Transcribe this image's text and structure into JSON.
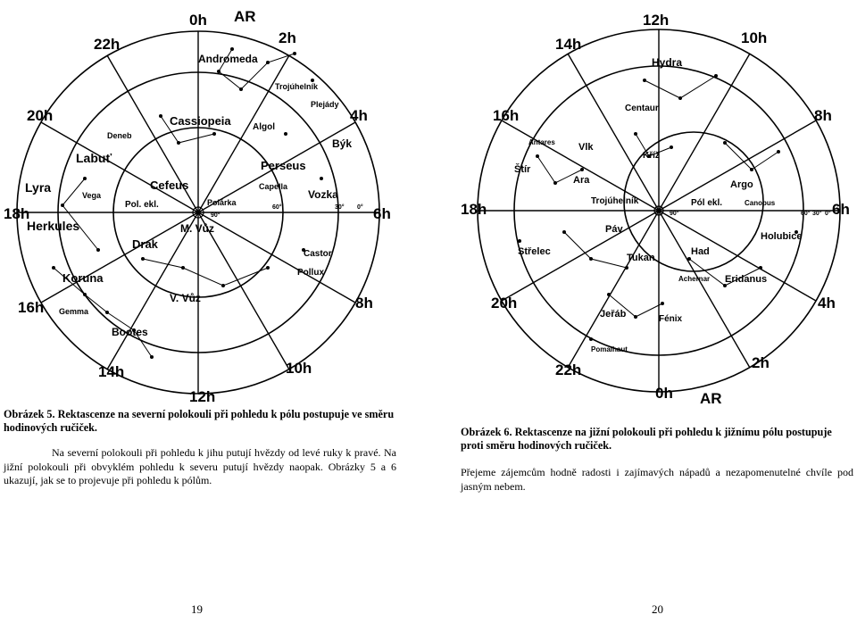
{
  "left_page": {
    "figure_caption": "Obrázek 5. Rektascenze na severní polokouli při pohledu k pólu postupuje ve směru hodinových ručiček.",
    "paragraph_1": "Na severní polokouli při pohledu k jihu putují hvězdy od levé ruky k pravé. Na jižní polokouli při obvyklém pohledu k severu putují hvězdy naopak. Obrázky 5 a 6 ukazují, jak se to projevuje při pohledu k pólům.",
    "page_number": "19",
    "map": {
      "hour_labels": [
        "0h",
        "2h",
        "4h",
        "6h",
        "8h",
        "10h",
        "12h",
        "14h",
        "16h",
        "18h",
        "20h",
        "22h"
      ],
      "ar_label": "AR",
      "constellations": [
        "Andromeda",
        "Trojúhelník",
        "Plejády",
        "Cassiopeia",
        "Algol",
        "Perseus",
        "Býk",
        "Deneb",
        "Labuť",
        "Lyra",
        "Vega",
        "Cefeus",
        "Pol. ekl.",
        "Polárka",
        "Capella",
        "Vozka",
        "Herkules",
        "Drak",
        "M. Vůz",
        "Castor",
        "Pollux",
        "Koruna",
        "V. Vůz",
        "Gemma",
        "Bootes"
      ],
      "small_labels": [
        "90°",
        "60°",
        "30°",
        "0°"
      ]
    }
  },
  "right_page": {
    "figure_caption": "Obrázek 6. Rektascenze na jižní polokouli při pohledu k jižnímu pólu postupuje proti směru hodinových ručiček.",
    "paragraph_1": "Přejeme zájemcům hodně radosti i zajímavých nápadů a nezapomenutelné chvíle pod jasným nebem.",
    "page_number": "20",
    "map": {
      "hour_labels": [
        "12h",
        "10h",
        "8h",
        "6h",
        "4h",
        "2h",
        "0h",
        "22h",
        "20h",
        "18h",
        "16h",
        "14h"
      ],
      "ar_label": "AR",
      "constellations": [
        "Hydra",
        "Centaur",
        "Antares",
        "Vlk",
        "Kříž",
        "Štír",
        "Ara",
        "Argo",
        "Trojúhelník",
        "Pól ekl.",
        "Canopus",
        "Páv",
        "Holubice",
        "Střelec",
        "Tukan",
        "Had",
        "Achernar",
        "Eridanus",
        "Jeřáb",
        "Fénix",
        "Pomalhaut"
      ],
      "small_labels": [
        "90°",
        "60°",
        "30°",
        "0°"
      ]
    }
  }
}
